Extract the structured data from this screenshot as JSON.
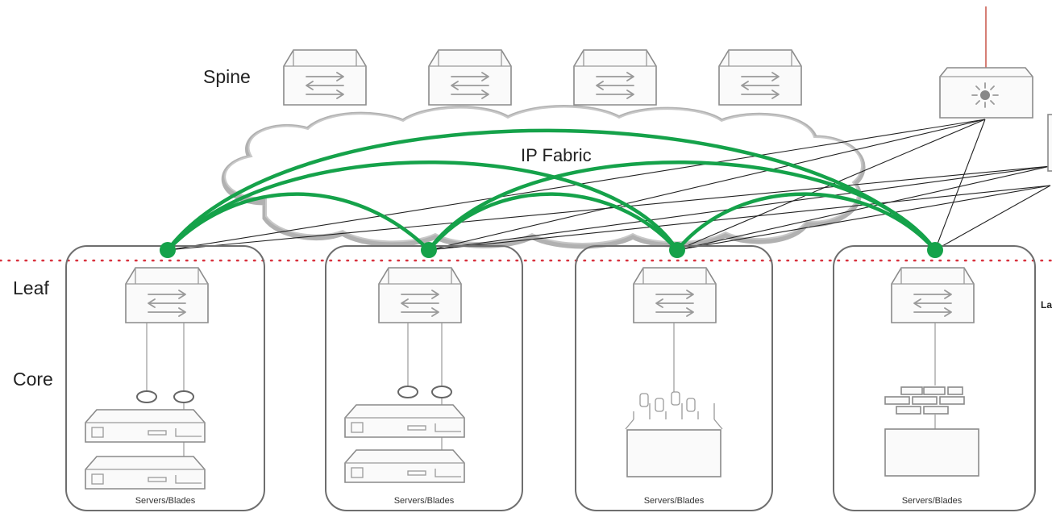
{
  "layers": {
    "spine": "Spine",
    "leaf": "Leaf",
    "core": "Core",
    "fabric": "IP Fabric",
    "right_edge_label": "La"
  },
  "pods": [
    {
      "id": "pod-1",
      "label": "Servers/Blades",
      "endpoint": "rack-servers"
    },
    {
      "id": "pod-2",
      "label": "Servers/Blades",
      "endpoint": "rack-servers"
    },
    {
      "id": "pod-3",
      "label": "Servers/Blades",
      "endpoint": "load-balancer"
    },
    {
      "id": "pod-4",
      "label": "Servers/Blades",
      "endpoint": "firewall"
    }
  ],
  "colors": {
    "fabric_link": "#15a24a",
    "boundary_dots": "#d9333f",
    "uplink": "#c0392b",
    "mesh": "#222222"
  },
  "icons": [
    "spine-switch-icon",
    "leaf-switch-icon",
    "router-icon",
    "server-icon",
    "load-balancer-icon",
    "firewall-icon",
    "cloud-shape"
  ]
}
